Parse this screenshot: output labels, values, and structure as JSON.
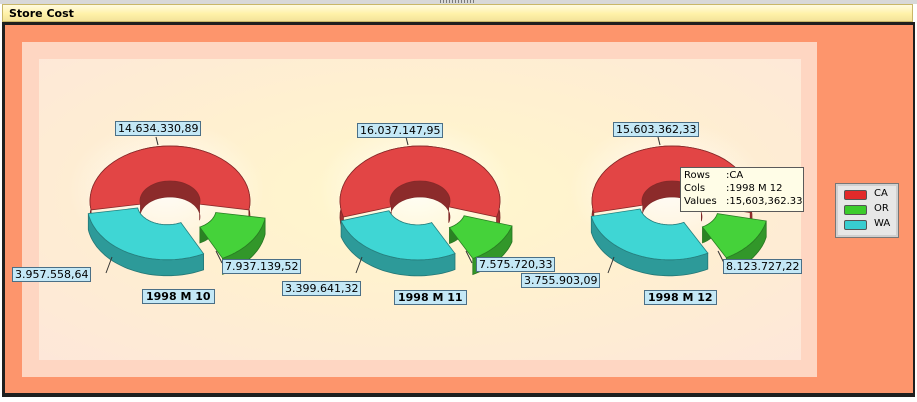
{
  "panel": {
    "title": "Store Cost"
  },
  "chart_data": {
    "type": "pie",
    "variant": "exploded 3d donut",
    "categories": [
      "CA",
      "OR",
      "WA"
    ],
    "colors": {
      "CA": "#e24545",
      "OR": "#45d23a",
      "WA": "#3fd6d4"
    },
    "charts": [
      {
        "title": "1998 M 10",
        "labels": [
          "14.634.330,89",
          "3.957.558,64",
          "7.937.139,52"
        ],
        "values": [
          14634330.89,
          3957558.64,
          7937139.52
        ]
      },
      {
        "title": "1998 M 11",
        "labels": [
          "16.037.147,95",
          "3.399.641,32",
          "7.575.720,33"
        ],
        "values": [
          16037147.95,
          3399641.32,
          7575720.33
        ]
      },
      {
        "title": "1998 M 12",
        "labels": [
          "15.603.362,33",
          "3.755.903,09",
          "8.123.727,22"
        ],
        "values": [
          15603362.33,
          3755903.09,
          8123727.22
        ]
      }
    ],
    "legend": {
      "position": "right",
      "items": [
        "CA",
        "OR",
        "WA"
      ]
    }
  },
  "tooltip": {
    "rows": [
      {
        "key": "Rows",
        "value": ":CA"
      },
      {
        "key": "Cols",
        "value": ":1998 M 12"
      },
      {
        "key": "Values",
        "value": ":15,603,362.33"
      }
    ]
  }
}
